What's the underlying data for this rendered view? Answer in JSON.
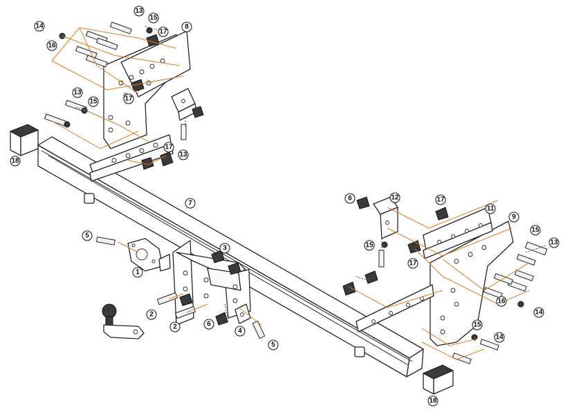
{
  "callouts": [
    "1",
    "2",
    "2",
    "3",
    "4",
    "5",
    "5",
    "6",
    "6",
    "7",
    "8",
    "9",
    "11",
    "12",
    "13",
    "13",
    "13",
    "13",
    "14",
    "14",
    "15",
    "15",
    "15",
    "15",
    "16",
    "16",
    "17",
    "17",
    "17",
    "17",
    "17",
    "18",
    "18"
  ],
  "colors": {
    "leader": "#e07a1f",
    "line": "#222222",
    "background": "#ffffff"
  }
}
